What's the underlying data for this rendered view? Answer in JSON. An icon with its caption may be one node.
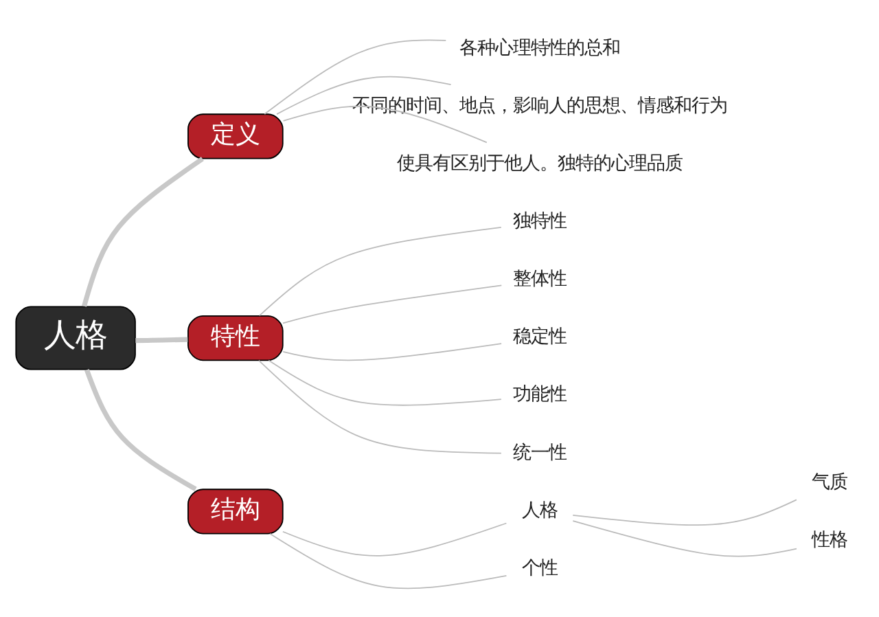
{
  "diagram": {
    "nodes": [
      {
        "text": [
          "人格"
        ]
      },
      {
        "text": [
          "定义"
        ]
      },
      {
        "text": [
          "各种心理特性的总和"
        ]
      },
      {
        "text": [
          "不同的时间、地点，影响人的思想、情感和行为"
        ]
      },
      {
        "text": [
          "使具有区别于他人。独特的心理品质"
        ]
      },
      {
        "text": [
          "特性"
        ]
      },
      {
        "text": [
          "独特性"
        ]
      },
      {
        "text": [
          "整体性"
        ]
      },
      {
        "text": [
          "稳定性"
        ]
      },
      {
        "text": [
          "功能性"
        ]
      },
      {
        "text": [
          "统一性"
        ]
      },
      {
        "text": [
          "结构"
        ]
      },
      {
        "text": [
          "人格"
        ]
      },
      {
        "text": [
          "个性"
        ]
      },
      {
        "text": [
          "气质"
        ]
      },
      {
        "text": [
          "性格"
        ]
      }
    ],
    "edges": [
      {
        "from": 0,
        "to": 1,
        "arrow": "none",
        "style": "thick"
      },
      {
        "from": 0,
        "to": 5,
        "arrow": "none",
        "style": "thick"
      },
      {
        "from": 0,
        "to": 11,
        "arrow": "none",
        "style": "thick"
      },
      {
        "from": 1,
        "to": 2,
        "arrow": "none"
      },
      {
        "from": 1,
        "to": 3,
        "arrow": "none"
      },
      {
        "from": 1,
        "to": 4,
        "arrow": "none"
      },
      {
        "from": 5,
        "to": 6,
        "arrow": "none"
      },
      {
        "from": 5,
        "to": 7,
        "arrow": "none"
      },
      {
        "from": 5,
        "to": 8,
        "arrow": "none"
      },
      {
        "from": 5,
        "to": 9,
        "arrow": "none"
      },
      {
        "from": 5,
        "to": 10,
        "arrow": "none"
      },
      {
        "from": 11,
        "to": 12,
        "arrow": "none"
      },
      {
        "from": 11,
        "to": 13,
        "arrow": "none"
      },
      {
        "from": 12,
        "to": 14,
        "arrow": "none"
      },
      {
        "from": 12,
        "to": 15,
        "arrow": "none"
      }
    ]
  }
}
